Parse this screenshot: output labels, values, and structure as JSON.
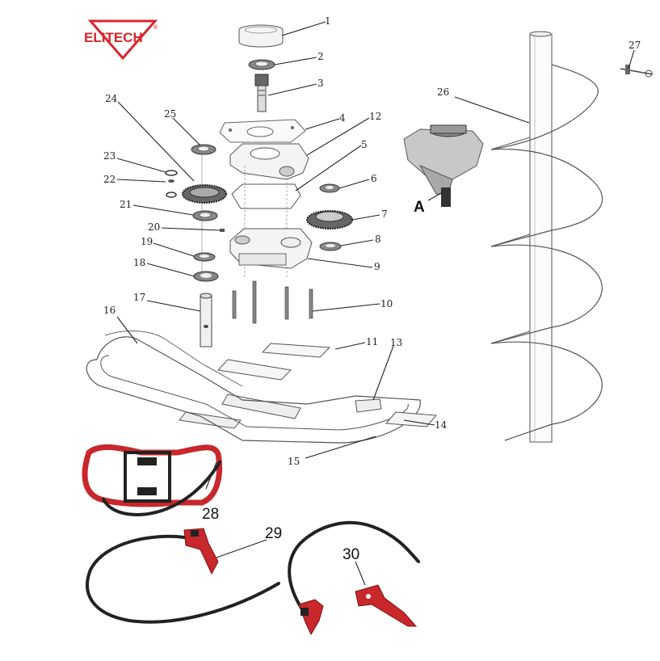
{
  "brand": {
    "name": "ELITECH",
    "registered_mark": "®",
    "color": "#d9262c"
  },
  "colors": {
    "handle_red": "#c8282b",
    "line": "#444444",
    "cable": "#222222"
  },
  "callouts": {
    "p1": "1",
    "p2": "2",
    "p3": "3",
    "p4": "4",
    "p5": "5",
    "p6": "6",
    "p7": "7",
    "p8": "8",
    "p9": "9",
    "p10": "10",
    "p11": "11",
    "p12": "12",
    "p13": "13",
    "p14": "14",
    "p15": "15",
    "p16": "16",
    "p17": "17",
    "p18": "18",
    "p19": "19",
    "p20": "20",
    "p21": "21",
    "p22": "22",
    "p23": "23",
    "p24": "24",
    "p25": "25",
    "p26": "26",
    "p27": "27",
    "p28": "28",
    "p29": "29",
    "p30": "30",
    "pA": "A"
  }
}
